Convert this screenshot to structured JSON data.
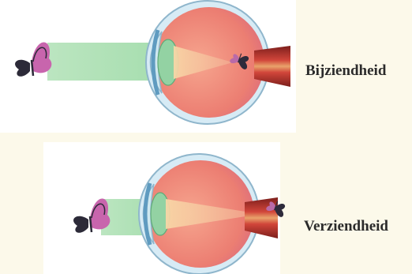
{
  "labels": {
    "myopia": "Bijziendheid",
    "hyperopia": "Verziendheid"
  },
  "colors": {
    "background": "#fcf9ea",
    "panel": "#ffffff",
    "light_beam": "#a9dfb0",
    "eye_interior": "#ef8b78",
    "eye_interior_light": "#f7b3a3",
    "sclera": "#cfe6f2",
    "cornea_lens": "#8fd0a2",
    "butterfly": "#c45aa6",
    "optic_nerve": "#b3312c"
  },
  "icons": [
    "butterfly-icon",
    "eye-diagram",
    "optic-nerve",
    "light-beam"
  ]
}
